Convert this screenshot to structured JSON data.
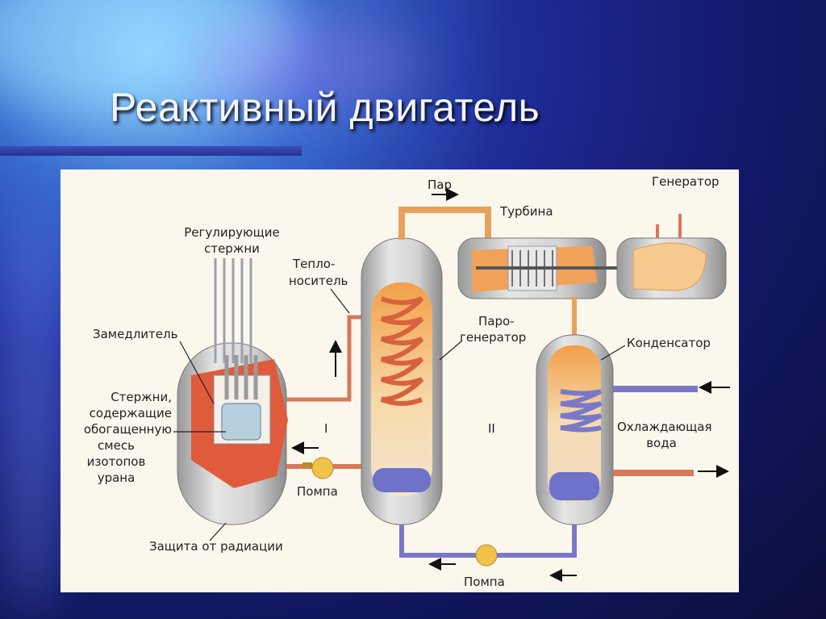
{
  "slide": {
    "title": "Реактивный двигатель"
  },
  "labels": {
    "control_rods_1": "Регулирующие",
    "control_rods_2": "стержни",
    "moderator": "Замедлитель",
    "fuel_rods_1": "Стержни,",
    "fuel_rods_2": "содержащие",
    "fuel_rods_3": "обогащенную",
    "fuel_rods_4": "смесь",
    "fuel_rods_5": "изотопов",
    "fuel_rods_6": "урана",
    "coolant_1": "Тепло-",
    "coolant_2": "носитель",
    "radiation_shield": "Защита от радиации",
    "pump_1": "Помпа",
    "pump_2": "Помпа",
    "steam": "Пар",
    "turbine": "Турбина",
    "generator": "Генератор",
    "steam_generator_1": "Паро-",
    "steam_generator_2": "генератор",
    "condenser": "Конденсатор",
    "cooling_water_1": "Охлаждающая",
    "cooling_water_2": "вода",
    "circuit_1": "I",
    "circuit_2": "II"
  },
  "colors": {
    "hot_pipe": "#d8785a",
    "cold_pipe": "#7b78c8",
    "steam_pipe": "#e9a25d",
    "vessel": "#cfcfcf",
    "core_red": "#e05a3c",
    "pump_yellow": "#f0c24a"
  }
}
